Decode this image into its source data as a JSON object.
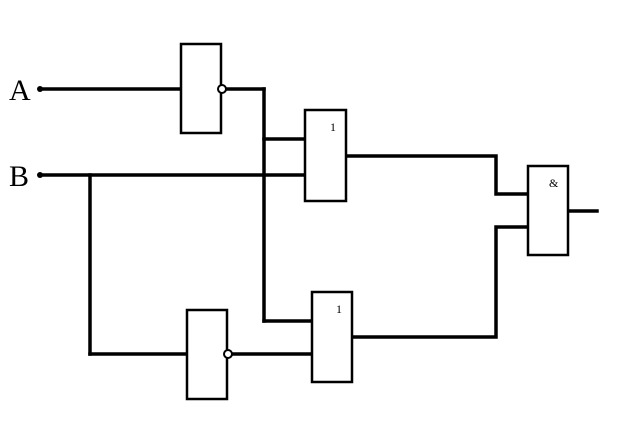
{
  "inputs": {
    "a_label": "A",
    "b_label": "B"
  },
  "gates": {
    "not_top_label": "",
    "not_bottom_label": "",
    "or_top_label": "1",
    "or_bottom_label": "1",
    "and_label": "&"
  },
  "colors": {
    "line": "#000000",
    "background": "#ffffff"
  }
}
